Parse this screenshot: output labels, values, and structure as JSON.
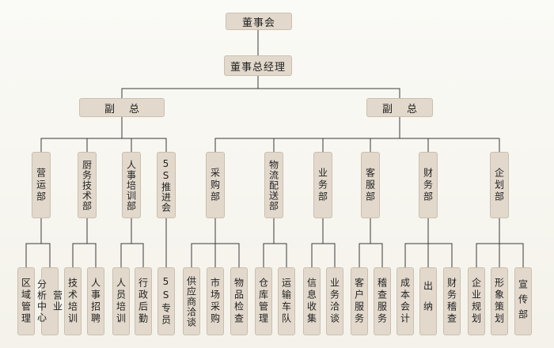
{
  "root": "董事会",
  "gm": "董事总经理",
  "vp_left": "副总",
  "vp_right": "副总",
  "depts": {
    "d1": "营运部",
    "d2": "厨务技术部",
    "d3": "人事培训部",
    "d4": "5S推进会",
    "d5": "采购部",
    "d6": "物流配送部",
    "d7": "业务部",
    "d8": "客服部",
    "d9": "财务部",
    "d10": "企划部"
  },
  "leaves": {
    "l1": "区域管理",
    "l2a": "营业",
    "l2b": "分析中心",
    "l3": "技术培训",
    "l4": "人事招聘",
    "l5": "人员培训",
    "l6": "行政后勤",
    "l7": "5S专员",
    "l8": "供应商洽谈",
    "l9": "市场采购",
    "l10": "物品检查",
    "l11": "仓库管理",
    "l12": "运输车队",
    "l13": "信息收集",
    "l14": "业务洽谈",
    "l15": "客户服务",
    "l16": "稽查服务",
    "l17": "成本会计",
    "l18": "出纳",
    "l19": "财务稽查",
    "l20": "企业规划",
    "l21": "形象策划",
    "l22": "宣传部"
  }
}
